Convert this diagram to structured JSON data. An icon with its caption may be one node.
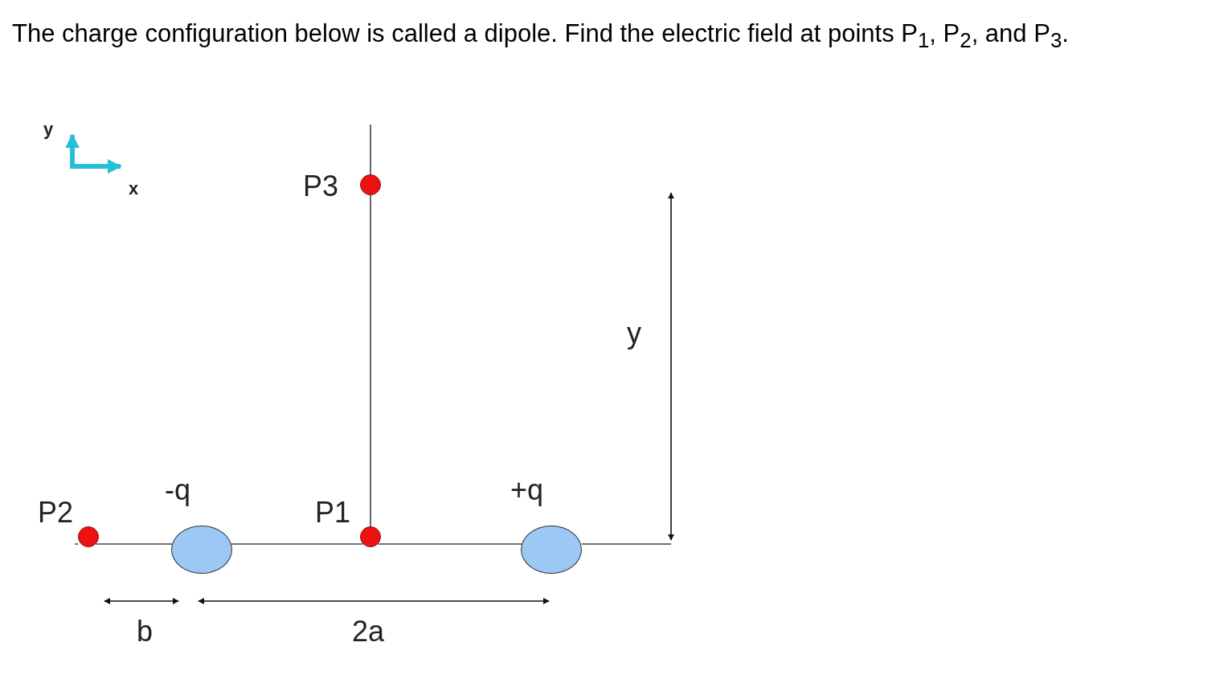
{
  "diagram": {
    "title": "The charge configuration below is called a dipole.  Find the electric field at points P$_{1}$, P$_{2}$, and P$_{3}$.",
    "nodes": [
      {
        "text": [
          "P2"
        ]
      },
      {
        "text": [
          "-q"
        ]
      },
      {
        "text": [
          "P1"
        ]
      },
      {
        "text": [
          "+q"
        ]
      },
      {
        "text": [
          "P3"
        ]
      }
    ],
    "edges": [
      {
        "from": 0,
        "to": 1,
        "arrow": "none"
      },
      {
        "from": 1,
        "to": 2,
        "arrow": "none"
      },
      {
        "from": 2,
        "to": 3,
        "arrow": "none"
      },
      {
        "from": 2,
        "to": 4,
        "arrow": "none"
      }
    ],
    "labels": [
      "y",
      "x",
      "y",
      "b",
      "2a"
    ]
  }
}
